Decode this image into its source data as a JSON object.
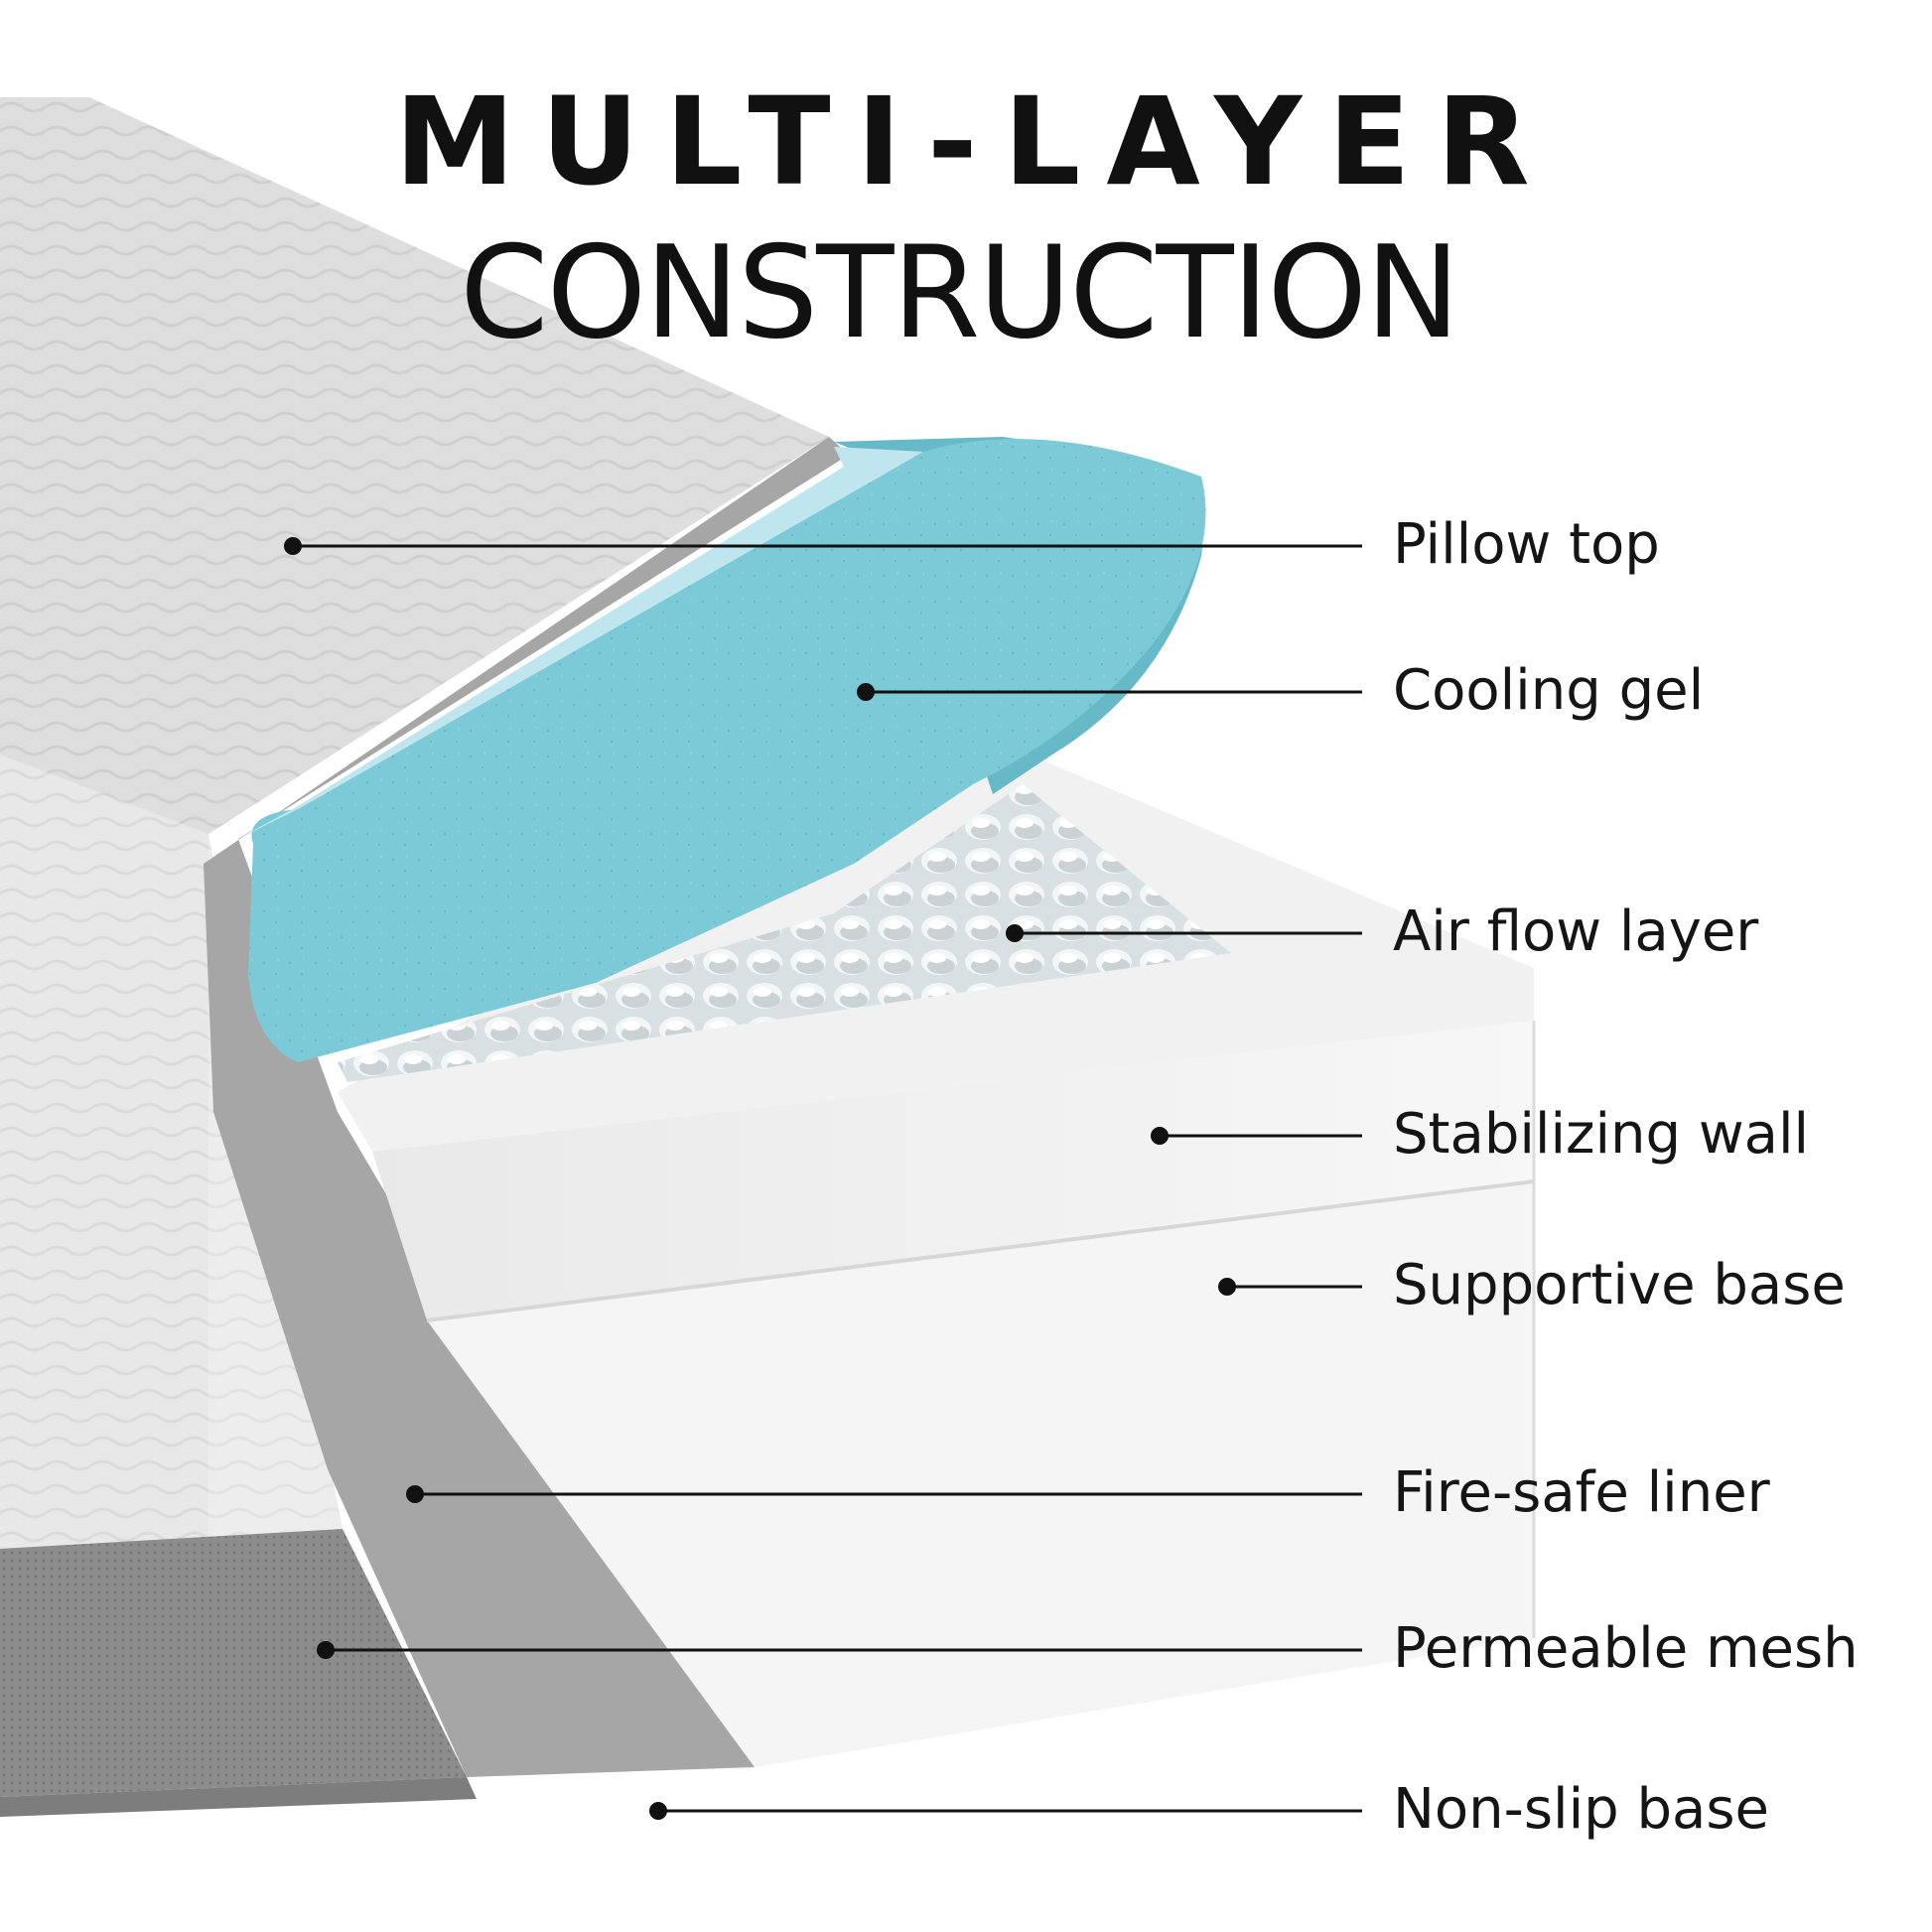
{
  "title": {
    "line1": "MULTI-LAYER",
    "line2": "CONSTRUCTION"
  },
  "layers": [
    {
      "key": "pillow-top",
      "label": "Pillow top"
    },
    {
      "key": "cooling-gel",
      "label": "Cooling gel"
    },
    {
      "key": "air-flow-layer",
      "label": "Air flow layer"
    },
    {
      "key": "stabilizing-wall",
      "label": "Stabilizing wall"
    },
    {
      "key": "supportive-base",
      "label": "Supportive base"
    },
    {
      "key": "fire-safe-liner",
      "label": "Fire-safe liner"
    },
    {
      "key": "permeable-mesh",
      "label": "Permeable mesh"
    },
    {
      "key": "non-slip-base",
      "label": "Non-slip base"
    }
  ],
  "colors": {
    "cover": "#dcdcdc",
    "gel": "#7ccad8",
    "foam": "#f2f2f2",
    "liner": "#a4a4a4",
    "mesh": "#8f8f8f",
    "leader": "#111111"
  }
}
